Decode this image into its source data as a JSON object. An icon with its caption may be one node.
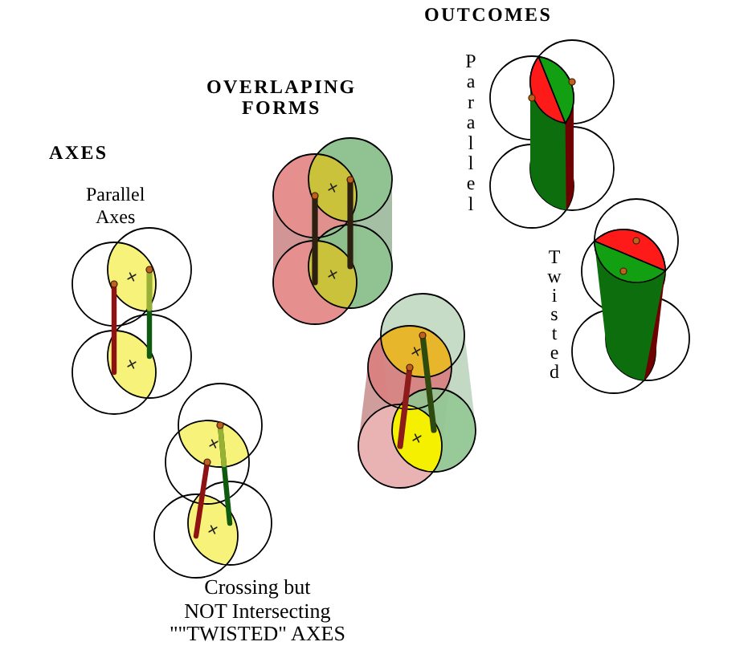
{
  "diagram": {
    "labels": [
      "OUTCOMES",
      "Parallel",
      "OVERLAPING FORMS",
      "AXES",
      "Parallel Axes",
      "Twisted",
      "Crossing but NOT Intersecting \"\"TWISTED\" AXES"
    ]
  }
}
